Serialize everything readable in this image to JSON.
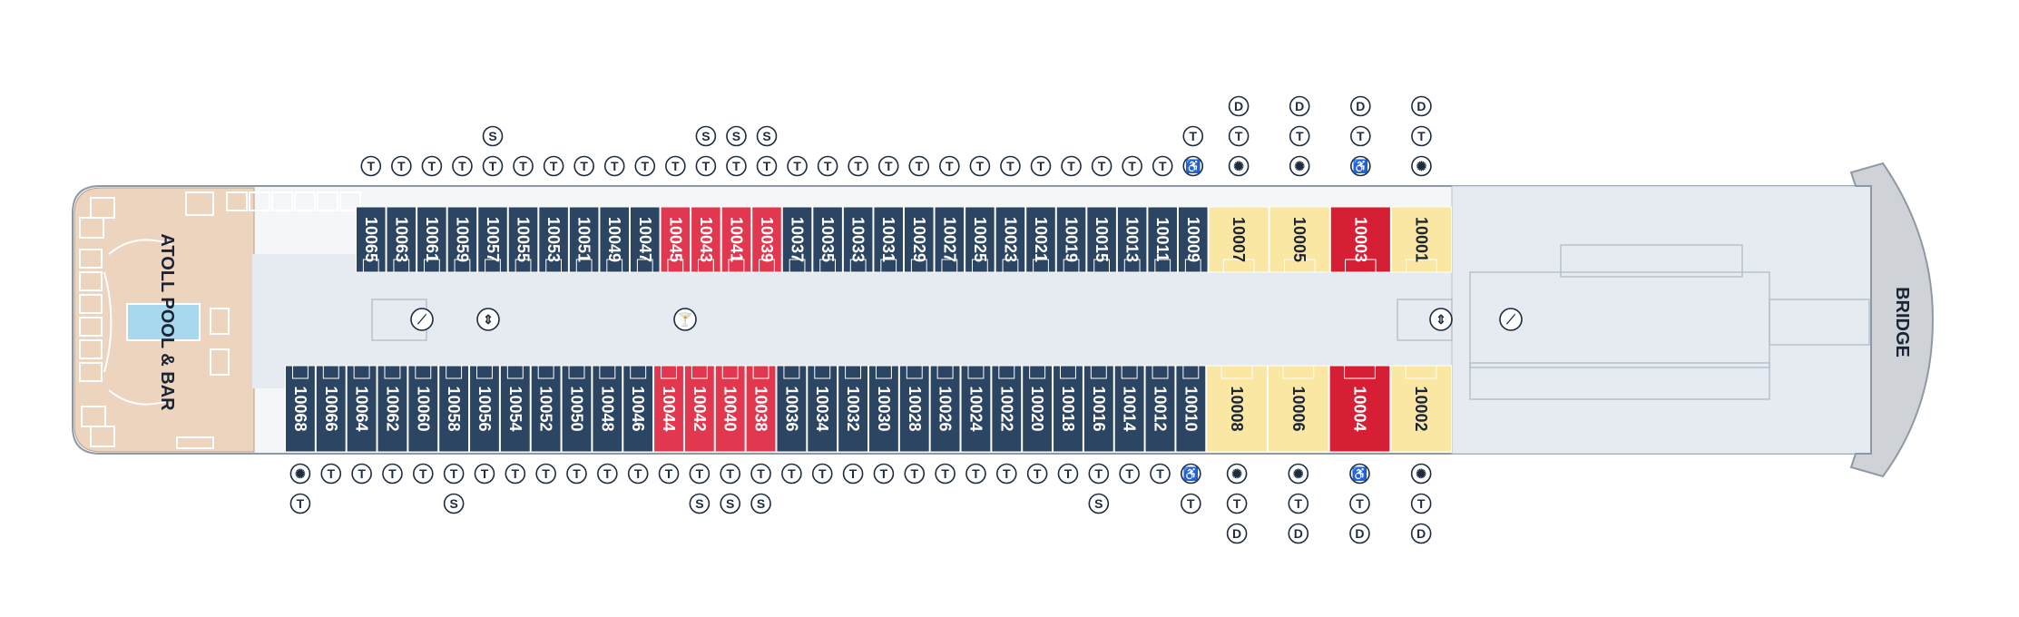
{
  "labels": {
    "pool": "ATOLL POOL & BAR",
    "bridge": "BRIDGE"
  },
  "colors": {
    "standard": "#2b4562",
    "premium": "#e2384f",
    "suite": "#fae7a4",
    "owner": "#d61f34",
    "corridor": "#e6ebf1",
    "aft_deck": "#ecd4bf",
    "outline": "#9aa6b3",
    "icon": "#1d2b3f"
  },
  "top_cabins": [
    {
      "num": "10065",
      "type": "standard",
      "above": [
        "T"
      ]
    },
    {
      "num": "10063",
      "type": "standard",
      "above": [
        "T"
      ]
    },
    {
      "num": "10061",
      "type": "standard",
      "above": [
        "T"
      ]
    },
    {
      "num": "10059",
      "type": "standard",
      "above": [
        "T"
      ]
    },
    {
      "num": "10057",
      "type": "standard",
      "above": [
        "S",
        "T"
      ]
    },
    {
      "num": "10055",
      "type": "standard",
      "above": [
        "T"
      ]
    },
    {
      "num": "10053",
      "type": "standard",
      "above": [
        "T"
      ]
    },
    {
      "num": "10051",
      "type": "standard",
      "above": [
        "T"
      ]
    },
    {
      "num": "10049",
      "type": "standard",
      "above": [
        "T"
      ]
    },
    {
      "num": "10047",
      "type": "standard",
      "above": [
        "T"
      ]
    },
    {
      "num": "10045",
      "type": "premium",
      "above": [
        "T"
      ]
    },
    {
      "num": "10043",
      "type": "premium",
      "above": [
        "S",
        "T"
      ]
    },
    {
      "num": "10041",
      "type": "premium",
      "above": [
        "S",
        "T"
      ]
    },
    {
      "num": "10039",
      "type": "premium",
      "above": [
        "S",
        "T"
      ]
    },
    {
      "num": "10037",
      "type": "standard",
      "above": [
        "T"
      ]
    },
    {
      "num": "10035",
      "type": "standard",
      "above": [
        "T"
      ]
    },
    {
      "num": "10033",
      "type": "standard",
      "above": [
        "T"
      ]
    },
    {
      "num": "10031",
      "type": "standard",
      "above": [
        "T"
      ]
    },
    {
      "num": "10029",
      "type": "standard",
      "above": [
        "T"
      ]
    },
    {
      "num": "10027",
      "type": "standard",
      "above": [
        "T"
      ]
    },
    {
      "num": "10025",
      "type": "standard",
      "above": [
        "T"
      ]
    },
    {
      "num": "10023",
      "type": "standard",
      "above": [
        "T"
      ]
    },
    {
      "num": "10021",
      "type": "standard",
      "above": [
        "T"
      ]
    },
    {
      "num": "10019",
      "type": "standard",
      "above": [
        "T"
      ]
    },
    {
      "num": "10015",
      "type": "standard",
      "above": [
        "T"
      ]
    },
    {
      "num": "10013",
      "type": "standard",
      "above": [
        "T"
      ]
    },
    {
      "num": "10011",
      "type": "standard",
      "above": [
        "T"
      ]
    },
    {
      "num": "10009",
      "type": "standard",
      "above": [
        "T",
        "H"
      ]
    },
    {
      "num": "10007",
      "type": "suite",
      "above": [
        "D",
        "T",
        "W"
      ]
    },
    {
      "num": "10005",
      "type": "suite",
      "above": [
        "D",
        "T",
        "W"
      ]
    },
    {
      "num": "10003",
      "type": "owner",
      "above": [
        "D",
        "T",
        "H"
      ]
    },
    {
      "num": "10001",
      "type": "suite",
      "above": [
        "D",
        "T",
        "W"
      ]
    }
  ],
  "bottom_cabins": [
    {
      "num": "10068",
      "type": "standard",
      "below": [
        "W",
        "T"
      ]
    },
    {
      "num": "10066",
      "type": "standard",
      "below": [
        "T"
      ]
    },
    {
      "num": "10064",
      "type": "standard",
      "below": [
        "T"
      ]
    },
    {
      "num": "10062",
      "type": "standard",
      "below": [
        "T"
      ]
    },
    {
      "num": "10060",
      "type": "standard",
      "below": [
        "T"
      ]
    },
    {
      "num": "10058",
      "type": "standard",
      "below": [
        "T",
        "S"
      ]
    },
    {
      "num": "10056",
      "type": "standard",
      "below": [
        "T"
      ]
    },
    {
      "num": "10054",
      "type": "standard",
      "below": [
        "T"
      ]
    },
    {
      "num": "10052",
      "type": "standard",
      "below": [
        "T"
      ]
    },
    {
      "num": "10050",
      "type": "standard",
      "below": [
        "T"
      ]
    },
    {
      "num": "10048",
      "type": "standard",
      "below": [
        "T"
      ]
    },
    {
      "num": "10046",
      "type": "standard",
      "below": [
        "T"
      ]
    },
    {
      "num": "10044",
      "type": "premium",
      "below": [
        "T"
      ]
    },
    {
      "num": "10042",
      "type": "premium",
      "below": [
        "T",
        "S"
      ]
    },
    {
      "num": "10040",
      "type": "premium",
      "below": [
        "T",
        "S"
      ]
    },
    {
      "num": "10038",
      "type": "premium",
      "below": [
        "T",
        "S"
      ]
    },
    {
      "num": "10036",
      "type": "standard",
      "below": [
        "T"
      ]
    },
    {
      "num": "10034",
      "type": "standard",
      "below": [
        "T"
      ]
    },
    {
      "num": "10032",
      "type": "standard",
      "below": [
        "T"
      ]
    },
    {
      "num": "10030",
      "type": "standard",
      "below": [
        "T"
      ]
    },
    {
      "num": "10028",
      "type": "standard",
      "below": [
        "T"
      ]
    },
    {
      "num": "10026",
      "type": "standard",
      "below": [
        "T"
      ]
    },
    {
      "num": "10024",
      "type": "standard",
      "below": [
        "T"
      ]
    },
    {
      "num": "10022",
      "type": "standard",
      "below": [
        "T"
      ]
    },
    {
      "num": "10020",
      "type": "standard",
      "below": [
        "T"
      ]
    },
    {
      "num": "10018",
      "type": "standard",
      "below": [
        "T"
      ]
    },
    {
      "num": "10016",
      "type": "standard",
      "below": [
        "T",
        "S"
      ]
    },
    {
      "num": "10014",
      "type": "standard",
      "below": [
        "T"
      ]
    },
    {
      "num": "10012",
      "type": "standard",
      "below": [
        "T"
      ]
    },
    {
      "num": "10010",
      "type": "standard",
      "below": [
        "H",
        "T"
      ]
    },
    {
      "num": "10008",
      "type": "suite",
      "below": [
        "W",
        "T",
        "D"
      ]
    },
    {
      "num": "10006",
      "type": "suite",
      "below": [
        "W",
        "T",
        "D"
      ]
    },
    {
      "num": "10004",
      "type": "owner",
      "below": [
        "H",
        "T",
        "D"
      ]
    },
    {
      "num": "10002",
      "type": "suite",
      "below": [
        "W",
        "T",
        "D"
      ]
    }
  ],
  "corridor_icons": [
    {
      "name": "stairs-icon-aft",
      "glyph": "⟋"
    },
    {
      "name": "elevator-icon-aft",
      "glyph": "⇕"
    },
    {
      "name": "bar-icon",
      "glyph": "🍸"
    },
    {
      "name": "elevator-icon-fwd",
      "glyph": "⇕"
    },
    {
      "name": "stairs-icon-fwd",
      "glyph": "⟋"
    }
  ]
}
